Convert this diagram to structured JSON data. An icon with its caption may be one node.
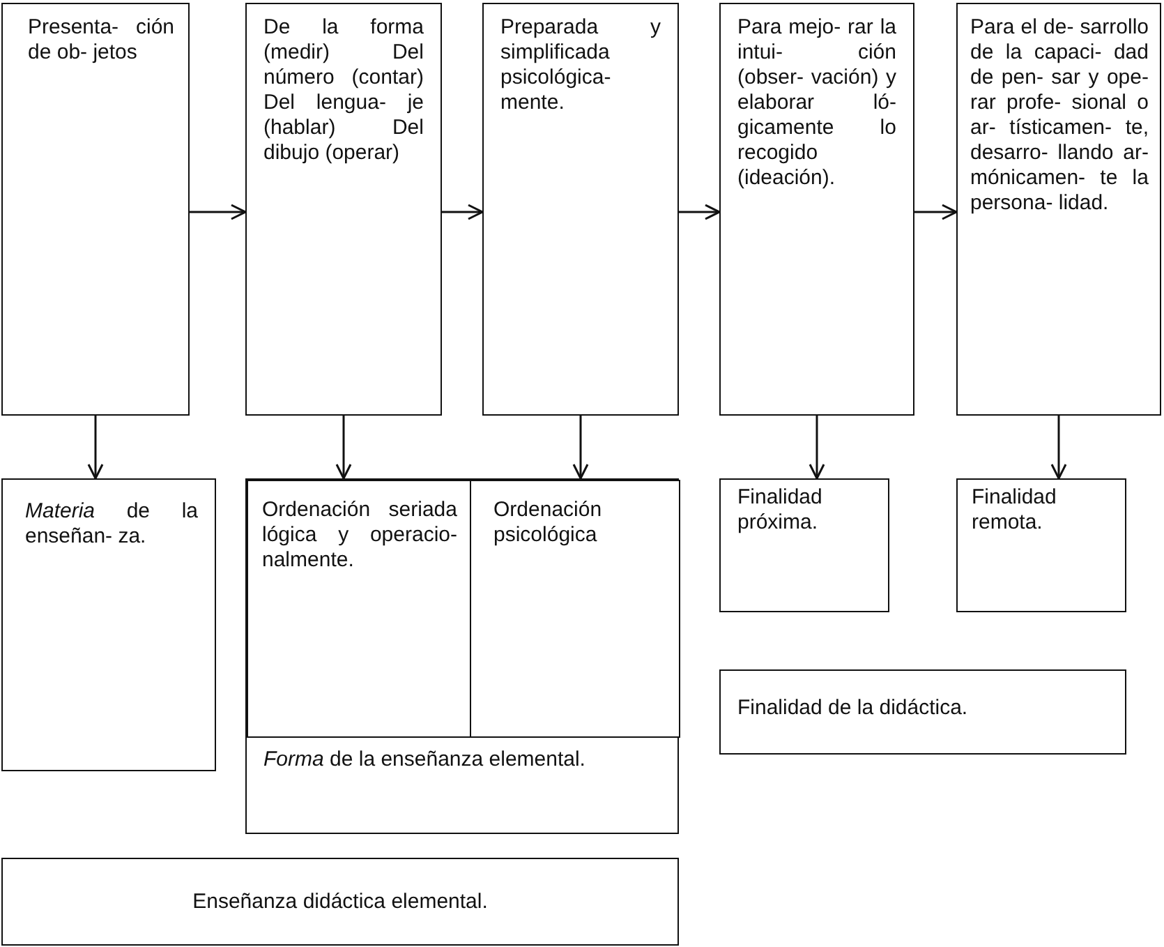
{
  "diagram": {
    "nodes": [
      {
        "text": [
          "Presenta- ción de ob- jetos"
        ]
      },
      {
        "text": [
          "De la forma (medir) Del número (contar) Del lengua- je (hablar) Del dibujo (operar)"
        ]
      },
      {
        "text": [
          "Preparada y simplificada psicológica- mente."
        ]
      },
      {
        "text": [
          "Para mejo- rar la intui- ción (obser- vación) y elaborar ló- gicamente lo recogido (ideación)."
        ]
      },
      {
        "text": [
          "Para el de- sarrollo de la capaci- dad de pen- sar y ope- rar profe- sional o ar- tísticamen- te, desarro- llando ar- mónicamen- te la persona- lidad."
        ]
      },
      {
        "text": [
          "*Materia* de la enseñan- za."
        ]
      },
      {
        "text": [
          "*Forma* de la enseñanza elemental."
        ]
      },
      {
        "text": [
          "Ordenación seriada lógica y operacio- nalmente."
        ],
        "in": 6
      },
      {
        "text": [
          "Ordenación psicológica"
        ],
        "in": 6
      },
      {
        "text": [
          "Finalidad próxima."
        ]
      },
      {
        "text": [
          "Finalidad remota."
        ]
      },
      {
        "text": [
          "Finalidad de la didáctica."
        ]
      },
      {
        "text": [
          "Enseñanza didáctica elemental."
        ]
      }
    ],
    "edges": [
      {
        "from": 0,
        "to": 1,
        "arrow": "to"
      },
      {
        "from": 1,
        "to": 2,
        "arrow": "to"
      },
      {
        "from": 2,
        "to": 3,
        "arrow": "to"
      },
      {
        "from": 3,
        "to": 4,
        "arrow": "to"
      },
      {
        "from": 0,
        "to": 5,
        "arrow": "to"
      },
      {
        "from": 1,
        "to": 7,
        "arrow": "to"
      },
      {
        "from": 2,
        "to": 8,
        "arrow": "to"
      },
      {
        "from": 3,
        "to": 9,
        "arrow": "to"
      },
      {
        "from": 4,
        "to": 10,
        "arrow": "to"
      }
    ]
  }
}
